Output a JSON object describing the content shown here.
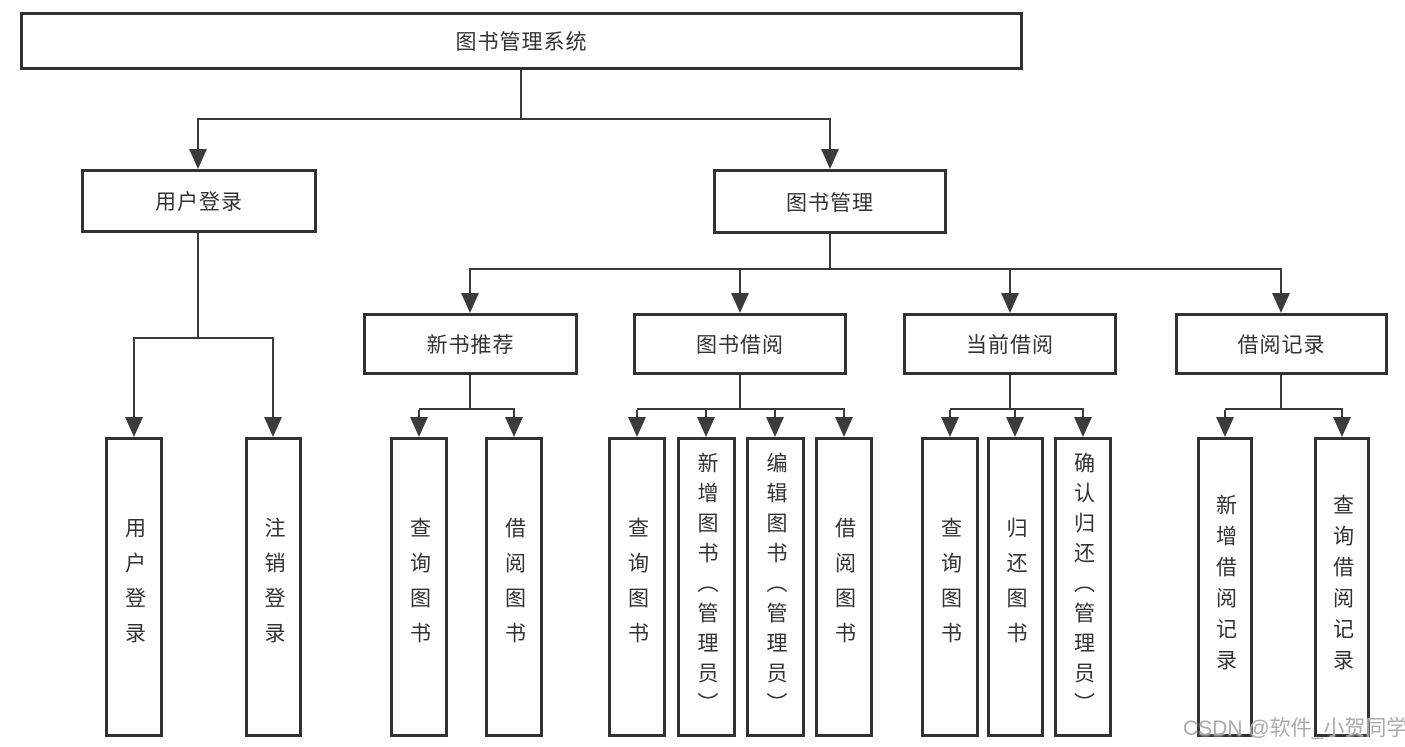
{
  "page": {
    "type": "organization-chart",
    "background": "#ffffff"
  },
  "colors": {
    "line": "#3b3b3b",
    "box_border": "#323232",
    "text": "#333333",
    "watermark": "#ababab"
  },
  "nodes": {
    "root": "图书管理系统",
    "branches": [
      {
        "label": "用户登录",
        "leaves": [
          "用户登录",
          "注销登录"
        ]
      },
      {
        "label": "图书管理",
        "groups": [
          {
            "label": "新书推荐",
            "leaves": [
              "查询图书",
              "借阅图书"
            ]
          },
          {
            "label": "图书借阅",
            "leaves": [
              "查询图书",
              "新增图书（管理员）",
              "编辑图书（管理员）",
              "借阅图书"
            ]
          },
          {
            "label": "当前借阅",
            "leaves": [
              "查询图书",
              "归还图书",
              "确认归还（管理员）"
            ]
          },
          {
            "label": "借阅记录",
            "leaves": [
              "新增借阅记录",
              "查询借阅记录"
            ]
          }
        ]
      }
    ]
  },
  "watermark": {
    "text": "CSDN @软件_小贺同学"
  }
}
